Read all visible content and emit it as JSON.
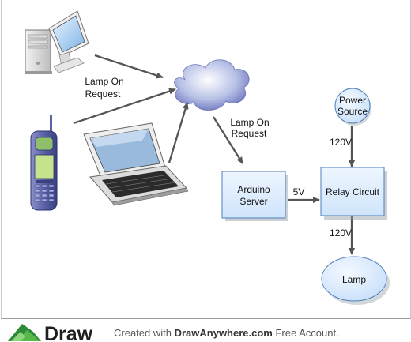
{
  "diagram": {
    "labels": {
      "lamp_request_left_1": "Lamp On",
      "lamp_request_left_2": "Request",
      "lamp_request_right_1": "Lamp On",
      "lamp_request_right_2": "Request",
      "arduino_1": "Arduino",
      "arduino_2": "Server",
      "relay": "Relay Circuit",
      "power_1": "Power",
      "power_2": "Source",
      "lamp": "Lamp",
      "v5": "5V",
      "v120_top": "120V",
      "v120_bottom": "120V"
    },
    "colors": {
      "node_fill": "#dcecfc",
      "node_stroke": "#4d7fb8",
      "arrow": "#555555"
    }
  },
  "footer": {
    "logo_text": "Draw",
    "created_with": "Created with ",
    "site": "DrawAnywhere.com",
    "suffix": " Free Account."
  }
}
